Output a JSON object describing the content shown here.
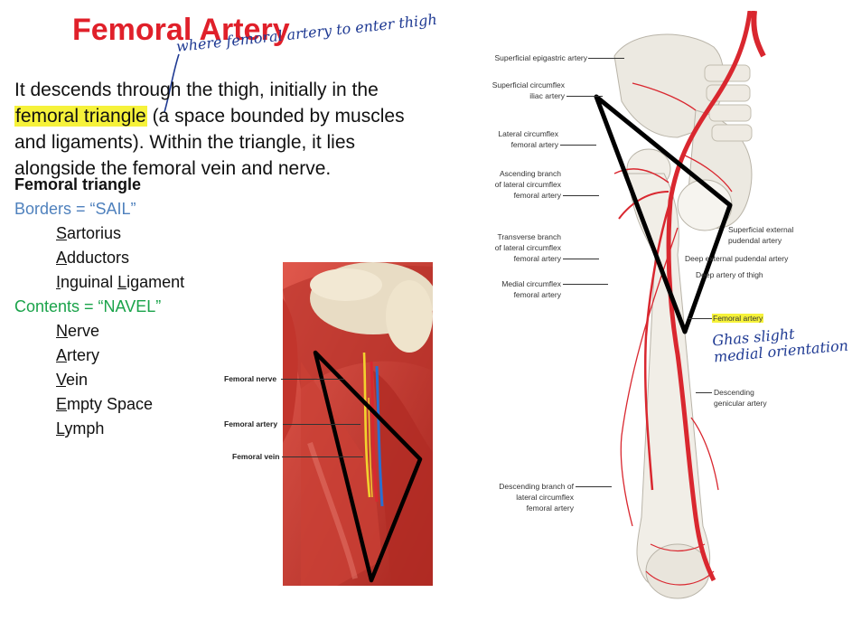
{
  "title": "Femoral Artery",
  "annotation_top": "where femoral artery to enter thigh",
  "intro": {
    "line1": "It descends through the thigh, initially in the",
    "highlighted": "femoral triangle",
    "line2_rest": " (a space bounded by muscles",
    "line3": "and ligaments). Within the triangle, it lies",
    "line4": "alongside the femoral vein and nerve."
  },
  "triangle_heading": "Femoral triangle",
  "borders": {
    "heading": "Borders = “SAIL”",
    "items": [
      {
        "first": "S",
        "rest": "artorius"
      },
      {
        "first": "A",
        "rest": "dductors"
      },
      {
        "first": "I",
        "rest": "nguinal ",
        "first2": "L",
        "rest2": "igament"
      }
    ]
  },
  "contents": {
    "heading": "Contents = “NAVEL”",
    "items": [
      {
        "first": "N",
        "rest": "erve"
      },
      {
        "first": "A",
        "rest": "rtery"
      },
      {
        "first": "V",
        "rest": "ein"
      },
      {
        "first": "E",
        "rest": "mpty Space"
      },
      {
        "first": "L",
        "rest": "ymph"
      }
    ]
  },
  "left_figure_labels": {
    "nerve": "Femoral nerve",
    "artery": "Femoral artery",
    "vein": "Femoral vein"
  },
  "right_figure_labels": {
    "superficial_epigastric": "Superficial epigastric artery",
    "superficial_circumflex_1": "Superficial circumflex",
    "superficial_circumflex_2": "iliac artery",
    "lateral_circumflex_1": "Lateral circumflex",
    "lateral_circumflex_2": "femoral artery",
    "ascending_1": "Ascending branch",
    "ascending_2": "of lateral circumflex",
    "ascending_3": "femoral artery",
    "transverse_1": "Transverse branch",
    "transverse_2": "of lateral circumflex",
    "transverse_3": "femoral artery",
    "medial_circumflex_1": "Medial circumflex",
    "medial_circumflex_2": "femoral artery",
    "descending_branch_1": "Descending branch of",
    "descending_branch_2": "lateral circumflex",
    "descending_branch_3": "femoral artery",
    "superficial_external_1": "Superficial external",
    "superficial_external_2": "pudendal artery",
    "deep_external": "Deep external pudendal artery",
    "deep_thigh": "Deep artery of thigh",
    "femoral_artery": "Femoral artery",
    "descending_genicular_1": "Descending",
    "descending_genicular_2": "genicular artery"
  },
  "annotation_right": {
    "line1": "Ghas slight",
    "line2": "medial orientation"
  },
  "colors": {
    "title": "#e0202a",
    "borders": "#4f81bd",
    "contents": "#1aa34a",
    "highlight": "#f6f23a",
    "handwriting": "#1f3a93",
    "artery": "#d9272f",
    "vein": "#2a6fd1",
    "nerve": "#f2d22e",
    "muscle": "#c93b32"
  }
}
